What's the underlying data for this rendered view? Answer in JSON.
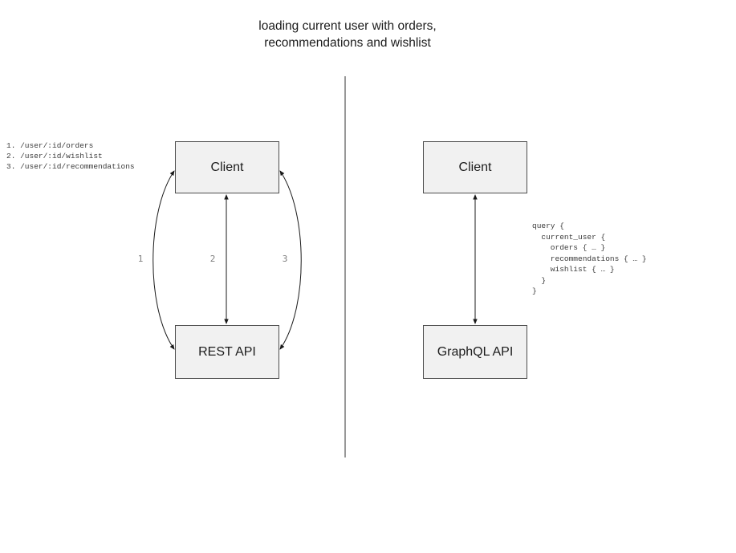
{
  "title": "loading current user with orders,\nrecommendations and wishlist",
  "rest_side": {
    "endpoints": "1. /user/:id/orders\n2. /user/:id/wishlist\n3. /user/:id/recommendations",
    "client_label": "Client",
    "api_label": "REST API",
    "arrow_labels": [
      "1",
      "2",
      "3"
    ]
  },
  "graphql_side": {
    "client_label": "Client",
    "api_label": "GraphQL API",
    "query": "query {\n  current_user {\n    orders { … }\n    recommendations { … }\n    wishlist { … }\n  }\n}"
  },
  "colors": {
    "box_fill": "#f1f1f1",
    "box_border": "#4d4d4d",
    "arrow_line": "#1a1a1a",
    "divider": "#616161",
    "arrow_label_gray": "#7d7d7d",
    "code_text": "#3b3b3b"
  }
}
